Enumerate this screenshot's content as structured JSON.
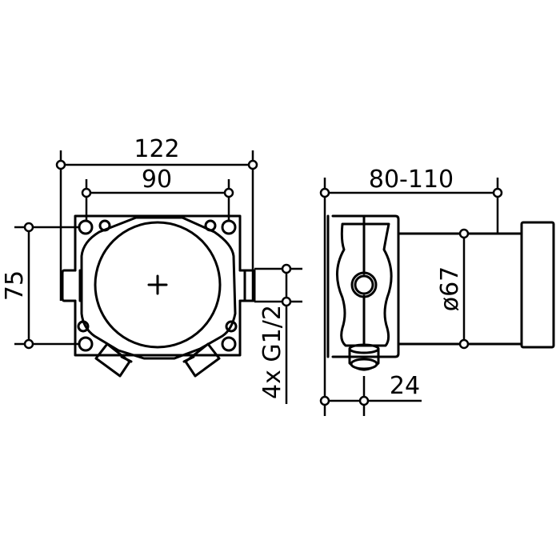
{
  "drawing": {
    "front_view": {
      "dimensions": {
        "overall_width": "122",
        "hole_spacing_horizontal": "90",
        "hole_spacing_vertical": "75",
        "thread_spec": "4x G1/2"
      }
    },
    "side_view": {
      "dimensions": {
        "depth_range": "80-110",
        "diameter": "ø67",
        "outlet_offset": "24"
      }
    },
    "colors": {
      "line": "#000000",
      "background": "#ffffff"
    }
  }
}
